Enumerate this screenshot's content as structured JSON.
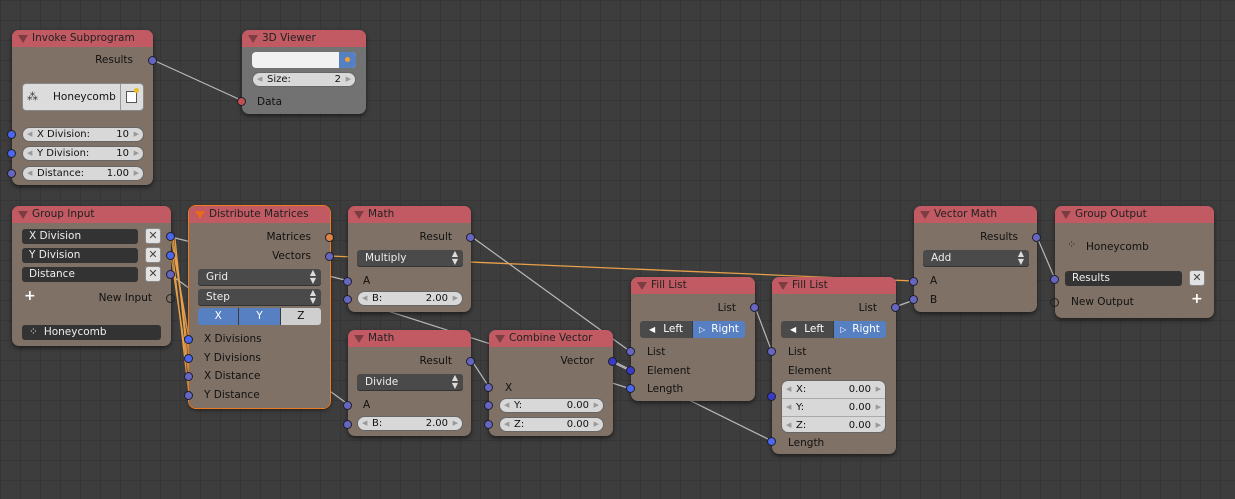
{
  "editor": "Node Editor",
  "nodes": {
    "invoke_subprogram": {
      "title": "Invoke Subprogram",
      "output_results": "Results",
      "subprogram_name": "Honeycomb",
      "inputs": [
        {
          "label": "X Division:",
          "value": "10"
        },
        {
          "label": "Y Division:",
          "value": "10"
        },
        {
          "label": "Distance:",
          "value": "1.00"
        }
      ]
    },
    "viewer_3d": {
      "title": "3D Viewer",
      "size_label": "Size:",
      "size_value": "2",
      "input_data": "Data"
    },
    "group_input": {
      "title": "Group Input",
      "fields": [
        "X Division",
        "Y Division",
        "Distance"
      ],
      "new_input": "New Input",
      "group_name": "Honeycomb"
    },
    "distribute_matrices": {
      "title": "Distribute Matrices",
      "outputs": [
        "Matrices",
        "Vectors"
      ],
      "mode": "Grid",
      "distance_mode": "Step",
      "axes": [
        "X",
        "Y",
        "Z"
      ],
      "inputs": [
        "X Divisions",
        "Y Divisions",
        "X Distance",
        "Y Distance"
      ]
    },
    "math_multiply": {
      "title": "Math",
      "output": "Result",
      "operation": "Multiply",
      "input_a": "A",
      "b_label": "B:",
      "b_value": "2.00"
    },
    "math_divide": {
      "title": "Math",
      "output": "Result",
      "operation": "Divide",
      "input_a": "A",
      "b_label": "B:",
      "b_value": "2.00"
    },
    "combine_vector": {
      "title": "Combine Vector",
      "output": "Vector",
      "input_x": "X",
      "y_label": "Y:",
      "y_value": "0.00",
      "z_label": "Z:",
      "z_value": "0.00"
    },
    "fill_list_1": {
      "title": "Fill List",
      "output": "List",
      "left": "Left",
      "right": "Right",
      "inputs": [
        "List",
        "Element",
        "Length"
      ]
    },
    "fill_list_2": {
      "title": "Fill List",
      "output": "List",
      "left": "Left",
      "right": "Right",
      "input_list": "List",
      "element_label": "Element",
      "element": [
        {
          "label": "X:",
          "value": "0.00"
        },
        {
          "label": "Y:",
          "value": "0.00"
        },
        {
          "label": "Z:",
          "value": "0.00"
        }
      ],
      "input_length": "Length"
    },
    "vector_math": {
      "title": "Vector Math",
      "output": "Results",
      "operation": "Add",
      "inputs": [
        "A",
        "B"
      ]
    },
    "group_output": {
      "title": "Group Output",
      "group_name": "Honeycomb",
      "field": "Results",
      "new_output": "New Output"
    }
  },
  "colors": {
    "header": "#c15a62",
    "node_body": "#7f7166",
    "active_outline": "#f07b1e",
    "selected_toggle": "#5680c2",
    "link_default": "#b8b8b8",
    "link_selected": "#e8a04a"
  },
  "icons": {
    "collapse": "triangle-down-icon",
    "subprogram": "node-group-icon",
    "new_file": "new-file-icon",
    "remove": "x-icon",
    "add": "plus-icon",
    "dropdown": "up-down-arrows-icon"
  }
}
